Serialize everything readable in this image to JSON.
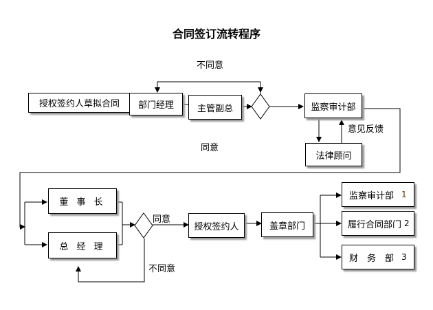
{
  "title": "合同签订流转程序",
  "nodes": {
    "draft": "授权签约人草拟合同",
    "dept_manager": "部门经理",
    "vp": "主管副总",
    "audit": "监察审计部",
    "legal": "法律顾问",
    "chairman": "董 事 长",
    "gm": "总 经 理",
    "signer": "授权签约人",
    "seal": "盖章部门"
  },
  "labels": {
    "disagree_top": "不同意",
    "agree_mid": "同意",
    "feedback": "意见反馈",
    "agree_bottom": "同意",
    "disagree_bottom": "不同意"
  },
  "destinations": [
    {
      "name": "监察审计部",
      "num": "1"
    },
    {
      "name": "履行合同部门",
      "num": "2"
    },
    {
      "name": "财　务　部",
      "num": "3"
    }
  ]
}
